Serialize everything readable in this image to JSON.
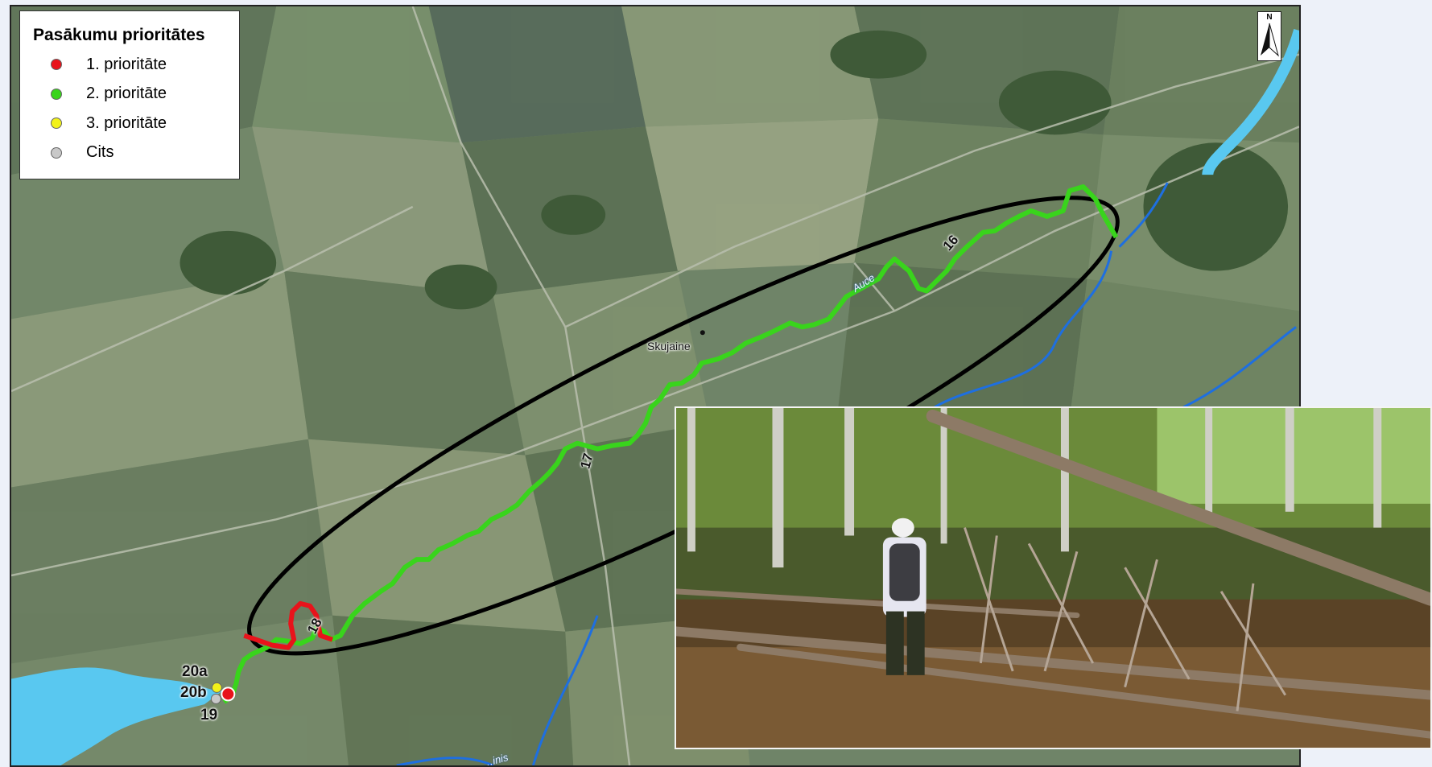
{
  "legend": {
    "title": "Pasākumu prioritātes",
    "items": [
      {
        "label": "1. prioritāte",
        "color": "#e8131b"
      },
      {
        "label": "2. prioritāte",
        "color": "#39d41c"
      },
      {
        "label": "3. prioritāte",
        "color": "#f2f21a"
      },
      {
        "label": "Cits",
        "color": "#c8c8c8"
      }
    ]
  },
  "north_arrow": {
    "letter": "N",
    "icon": "north-arrow-icon"
  },
  "map_labels": {
    "village": "Skujaine",
    "river": "Auce",
    "river_partial": "…inis",
    "section_16": "16",
    "section_17": "17",
    "section_18": "18",
    "section_19": "19",
    "section_20a": "20a",
    "section_20b": "20b"
  },
  "colors": {
    "priority_1": "#e8131b",
    "priority_2": "#39d41c",
    "water": "#59c8f0",
    "stream": "#1e6fe0",
    "ellipse": "#000000"
  },
  "photo": {
    "icon": "river-photo-icon"
  }
}
